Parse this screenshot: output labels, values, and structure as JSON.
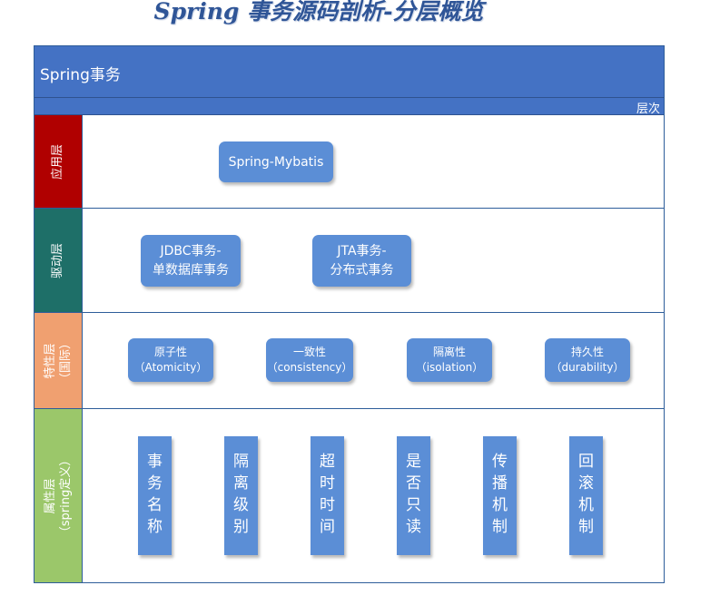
{
  "title": "Spring 事务源码剖析-分层概览",
  "header": {
    "title": "Spring事务",
    "level_label": "层次"
  },
  "layers": [
    {
      "label": "应用层",
      "color": "#b00000",
      "items": [
        {
          "line1": "Spring-Mybatis"
        }
      ]
    },
    {
      "label": "驱动层",
      "color": "#1e6f68",
      "items": [
        {
          "line1": "JDBC事务-",
          "line2": "单数据库事务"
        },
        {
          "line1": "JTA事务-",
          "line2": "分布式事务"
        }
      ]
    },
    {
      "label": "特性层",
      "label_sub": "（国际）",
      "color": "#f0a070",
      "items": [
        {
          "line1": "原子性",
          "line2": "（Atomicity）"
        },
        {
          "line1": "一致性",
          "line2": "（consistency）"
        },
        {
          "line1": "隔离性",
          "line2": "（isolation）"
        },
        {
          "line1": "持久性",
          "line2": "（durability）"
        }
      ]
    },
    {
      "label": "属性层",
      "label_sub": "（spring定义）",
      "color": "#9bc76a",
      "items": [
        {
          "text": "事务名称",
          "chars": [
            "事",
            "务",
            "名",
            "称"
          ]
        },
        {
          "text": "隔离级别",
          "chars": [
            "隔",
            "离",
            "级",
            "别"
          ]
        },
        {
          "text": "超时时间",
          "chars": [
            "超",
            "时",
            "时",
            "间"
          ]
        },
        {
          "text": "是否只读",
          "chars": [
            "是",
            "否",
            "只",
            "读"
          ]
        },
        {
          "text": "传播机制",
          "chars": [
            "传",
            "播",
            "机",
            "制"
          ]
        },
        {
          "text": "回滚机制",
          "chars": [
            "回",
            "滚",
            "机",
            "制"
          ]
        }
      ]
    }
  ]
}
